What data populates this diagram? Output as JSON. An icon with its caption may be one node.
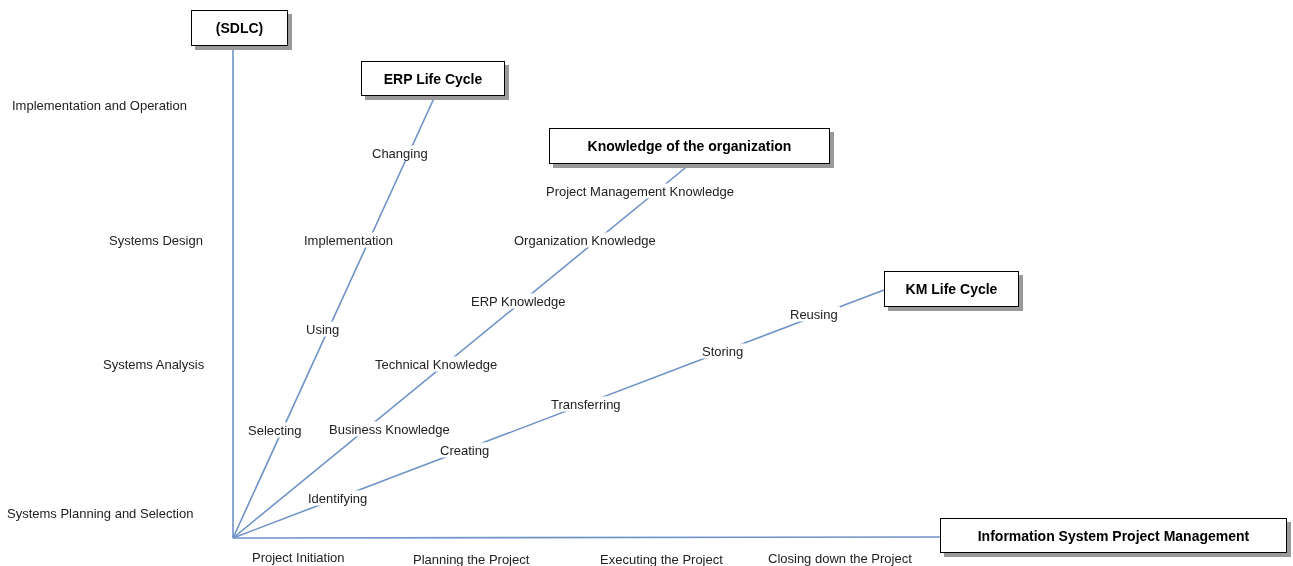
{
  "diagram": {
    "nodes": [
      {
        "text": [
          "(SDLC)"
        ]
      },
      {
        "text": [
          "ERP Life Cycle"
        ]
      },
      {
        "text": [
          "Knowledge of the organization"
        ]
      },
      {
        "text": [
          "KM Life Cycle"
        ]
      },
      {
        "text": [
          "Information System Project Management"
        ]
      }
    ],
    "edges": [
      {
        "from": null,
        "to": 0,
        "arrow": "none"
      },
      {
        "from": null,
        "to": 1,
        "arrow": "none"
      },
      {
        "from": null,
        "to": 2,
        "arrow": "none"
      },
      {
        "from": null,
        "to": 3,
        "arrow": "none"
      },
      {
        "from": null,
        "to": 4,
        "arrow": "none"
      }
    ],
    "labels": [
      "Implementation and Operation",
      "Changing",
      "Project Management Knowledge",
      "Systems Design",
      "Implementation",
      "Organization Knowledge",
      "ERP Knowledge",
      "Reusing",
      "Using",
      "Storing",
      "Systems Analysis",
      "Technical Knowledge",
      "Transferring",
      "Selecting",
      "Business Knowledge",
      "Creating",
      "Identifying",
      "Systems Planning and Selection",
      "Project Initiation",
      "Planning the Project",
      "Executing the Project",
      "Closing down the Project"
    ]
  }
}
